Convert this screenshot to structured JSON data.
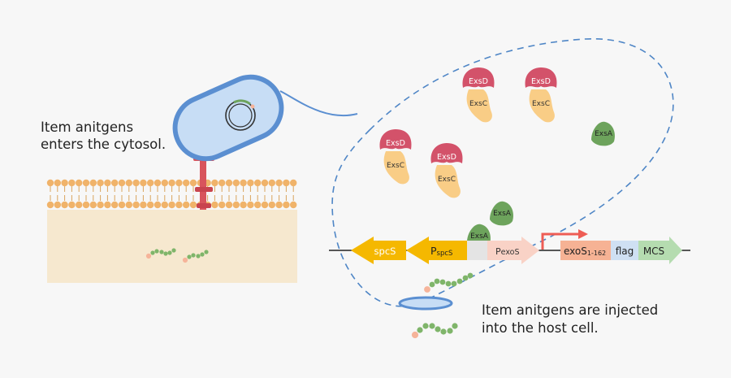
{
  "captions": {
    "left": [
      "Item anitgens",
      "enters the cytosol."
    ],
    "right": [
      "Item anitgens are injected",
      "into the host cell."
    ]
  },
  "proteins": {
    "exsd": "ExsD",
    "exsc": "ExsC",
    "exsa": "ExsA"
  },
  "construct": {
    "spcs": "spcS",
    "pspcs_main": "P",
    "pspcs_sub": "spcS",
    "pexos_main": "P",
    "pexos_sub": "exoS",
    "exos_main": "exoS",
    "exos_sub": "1-162",
    "flag": "flag",
    "mcs": "MCS"
  },
  "colors": {
    "background": "#f7f7f7",
    "bacteria_body": "#c7ddf5",
    "bacteria_outline": "#5b8fd1",
    "membrane_head": "#f0b36a",
    "cytosol": "#f6e8cf",
    "needle": "#d8545c",
    "exsd": "#d3526a",
    "exsc": "#f9cd86",
    "exsa": "#6da35c",
    "spcs_arrow": "#f5b800",
    "pexos_arrow": "#f9d2c6",
    "exos_block": "#f6b294",
    "flag_block": "#cfe0f3",
    "mcs_block": "#b5dcb0",
    "promoter_arrow": "#ee5d55",
    "antigen_green": "#7fb56a",
    "antigen_pink": "#f6b49a"
  }
}
